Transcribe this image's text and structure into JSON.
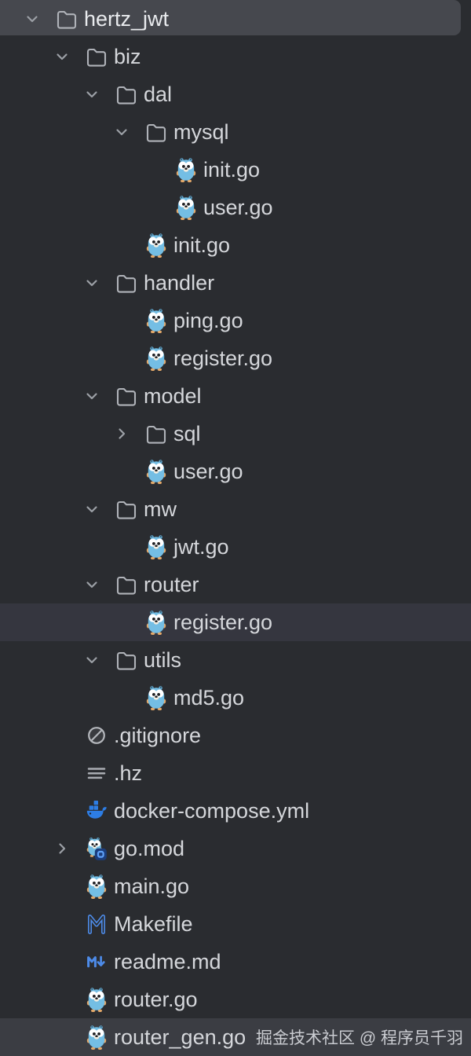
{
  "tree": {
    "rows": [
      {
        "label": "hertz_jwt",
        "level": 0,
        "icon": "folder-icon",
        "toggle": "expanded",
        "highlight": "active"
      },
      {
        "label": "biz",
        "level": 1,
        "icon": "folder-icon",
        "toggle": "expanded",
        "highlight": null
      },
      {
        "label": "dal",
        "level": 2,
        "icon": "folder-icon",
        "toggle": "expanded",
        "highlight": null
      },
      {
        "label": "mysql",
        "level": 3,
        "icon": "folder-icon",
        "toggle": "expanded",
        "highlight": null
      },
      {
        "label": "init.go",
        "level": 4,
        "icon": "go-file-icon",
        "toggle": null,
        "highlight": null
      },
      {
        "label": "user.go",
        "level": 4,
        "icon": "go-file-icon",
        "toggle": null,
        "highlight": null
      },
      {
        "label": "init.go",
        "level": 3,
        "icon": "go-file-icon",
        "toggle": null,
        "highlight": null
      },
      {
        "label": "handler",
        "level": 2,
        "icon": "folder-icon",
        "toggle": "expanded",
        "highlight": null
      },
      {
        "label": "ping.go",
        "level": 3,
        "icon": "go-file-icon",
        "toggle": null,
        "highlight": null
      },
      {
        "label": "register.go",
        "level": 3,
        "icon": "go-file-icon",
        "toggle": null,
        "highlight": null
      },
      {
        "label": "model",
        "level": 2,
        "icon": "folder-icon",
        "toggle": "expanded",
        "highlight": null
      },
      {
        "label": "sql",
        "level": 3,
        "icon": "folder-icon",
        "toggle": "collapsed",
        "highlight": null
      },
      {
        "label": "user.go",
        "level": 3,
        "icon": "go-file-icon",
        "toggle": null,
        "highlight": null
      },
      {
        "label": "mw",
        "level": 2,
        "icon": "folder-icon",
        "toggle": "expanded",
        "highlight": null
      },
      {
        "label": "jwt.go",
        "level": 3,
        "icon": "go-file-icon",
        "toggle": null,
        "highlight": null
      },
      {
        "label": "router",
        "level": 2,
        "icon": "folder-icon",
        "toggle": "expanded",
        "highlight": null
      },
      {
        "label": "register.go",
        "level": 3,
        "icon": "go-file-icon",
        "toggle": null,
        "highlight": "selected"
      },
      {
        "label": "utils",
        "level": 2,
        "icon": "folder-icon",
        "toggle": "expanded",
        "highlight": null
      },
      {
        "label": "md5.go",
        "level": 3,
        "icon": "go-file-icon",
        "toggle": null,
        "highlight": null
      },
      {
        "label": ".gitignore",
        "level": 1,
        "icon": "gitignore-icon",
        "toggle": null,
        "highlight": null
      },
      {
        "label": ".hz",
        "level": 1,
        "icon": "text-file-icon",
        "toggle": null,
        "highlight": null
      },
      {
        "label": "docker-compose.yml",
        "level": 1,
        "icon": "docker-icon",
        "toggle": null,
        "highlight": null
      },
      {
        "label": "go.mod",
        "level": 1,
        "icon": "go-mod-icon",
        "toggle": "collapsed",
        "highlight": null
      },
      {
        "label": "main.go",
        "level": 1,
        "icon": "go-file-icon",
        "toggle": null,
        "highlight": null
      },
      {
        "label": "Makefile",
        "level": 1,
        "icon": "makefile-icon",
        "toggle": null,
        "highlight": null
      },
      {
        "label": "readme.md",
        "level": 1,
        "icon": "markdown-icon",
        "toggle": null,
        "highlight": null
      },
      {
        "label": "router.go",
        "level": 1,
        "icon": "go-file-icon",
        "toggle": null,
        "highlight": null
      },
      {
        "label": "router_gen.go",
        "level": 1,
        "icon": "go-file-icon",
        "toggle": null,
        "highlight": "muted"
      }
    ]
  },
  "watermark": {
    "text": "掘金技术社区 @ 程序员千羽"
  },
  "colors": {
    "background": "#2A2C30",
    "row_active": "#46484E",
    "row_selected": "#35363F",
    "row_muted": "#3B3D43",
    "text": "#D5D7DB",
    "text_active": "#E9EBEE",
    "watermark_text": "#CACCD1",
    "chevron": "#9CA0A6",
    "folder_icon": "#B0B3B9",
    "gray_icon": "#ABAEB4",
    "accent_blue": "#4D8BE8",
    "docker_blue": "#2D7DE4",
    "gopher_blue": "#74BEE4",
    "gopher_paw_tan": "#E3A869"
  }
}
